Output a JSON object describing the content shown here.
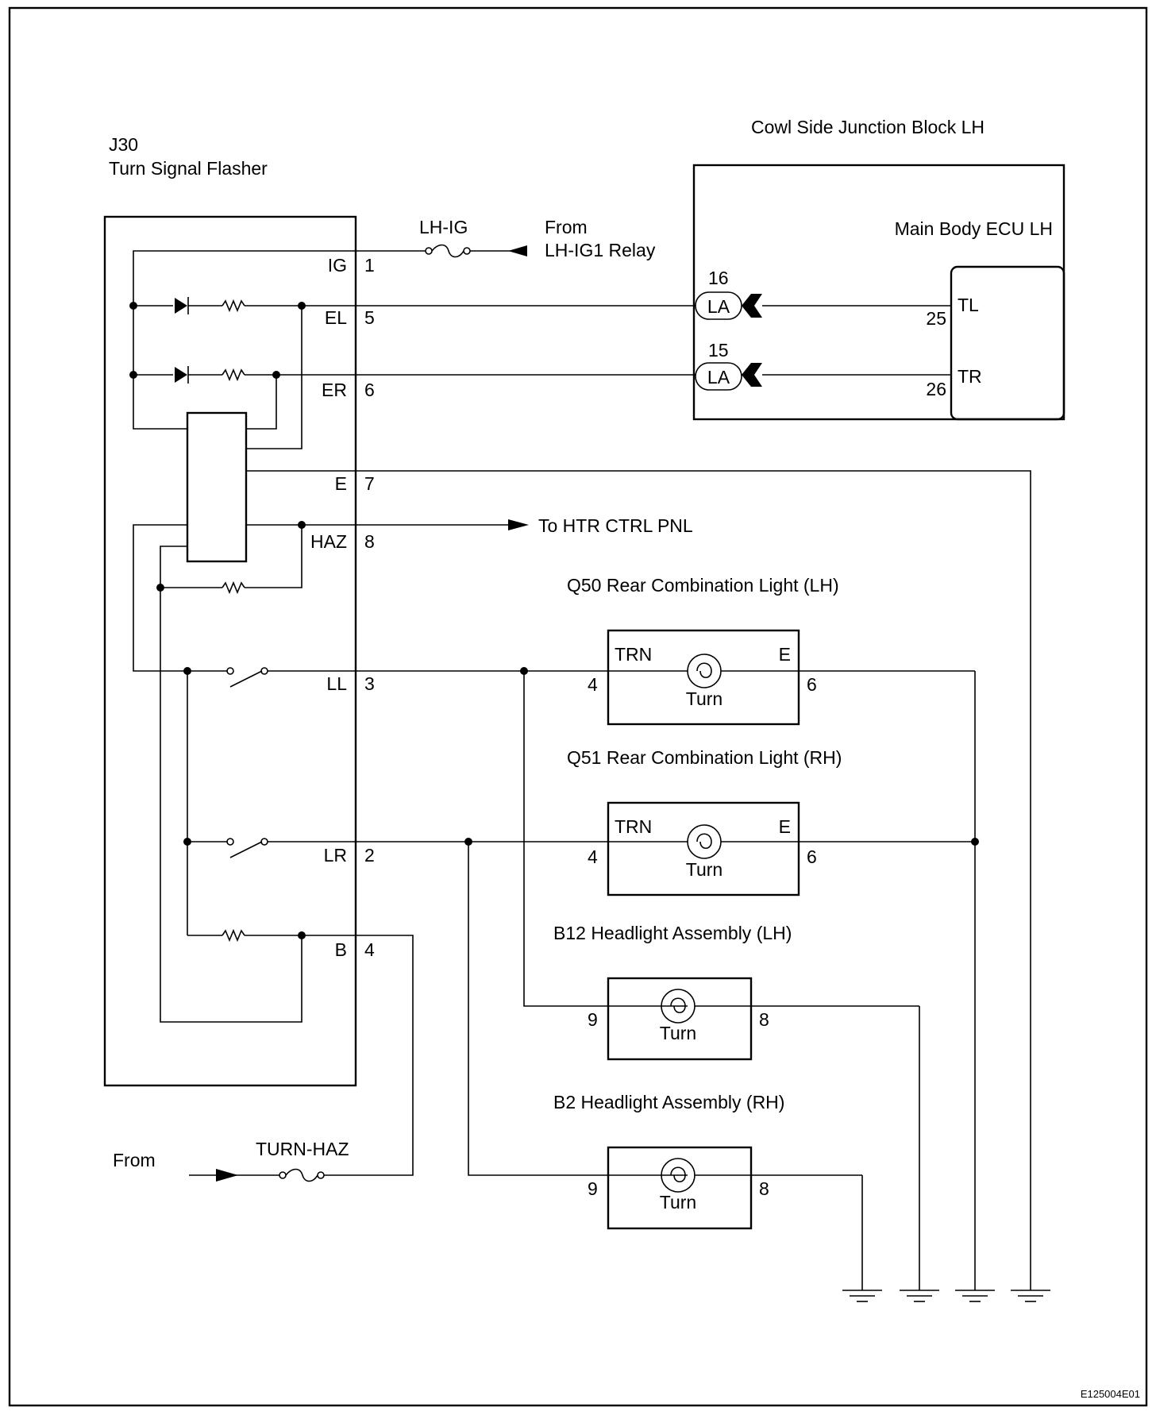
{
  "flasher": {
    "code": "J30",
    "name": "Turn Signal Flasher",
    "pins": [
      {
        "label": "IG",
        "num": "1"
      },
      {
        "label": "EL",
        "num": "5"
      },
      {
        "label": "ER",
        "num": "6"
      },
      {
        "label": "E",
        "num": "7"
      },
      {
        "label": "HAZ",
        "num": "8"
      },
      {
        "label": "LL",
        "num": "3"
      },
      {
        "label": "LR",
        "num": "2"
      },
      {
        "label": "B",
        "num": "4"
      }
    ]
  },
  "junction_block": {
    "title": "Cowl Side Junction Block LH",
    "ecu": "Main Body ECU LH",
    "connectors": [
      {
        "num": "16",
        "label": "LA",
        "ecu_pin": "25",
        "ecu_label": "TL"
      },
      {
        "num": "15",
        "label": "LA",
        "ecu_pin": "26",
        "ecu_label": "TR"
      }
    ]
  },
  "fuses": {
    "ig": {
      "name": "LH-IG",
      "from": "From",
      "source": "LH-IG1 Relay"
    },
    "turn_haz": {
      "name": "TURN-HAZ",
      "from": "From"
    }
  },
  "haz_dest": "To HTR CTRL PNL",
  "lights": [
    {
      "title": "Q50 Rear Combination Light (LH)",
      "left_label": "TRN",
      "right_label": "E",
      "bulb": "Turn",
      "pin_in": "4",
      "pin_out": "6"
    },
    {
      "title": "Q51 Rear Combination Light (RH)",
      "left_label": "TRN",
      "right_label": "E",
      "bulb": "Turn",
      "pin_in": "4",
      "pin_out": "6"
    },
    {
      "title": "B12 Headlight Assembly (LH)",
      "bulb": "Turn",
      "pin_in": "9",
      "pin_out": "8"
    },
    {
      "title": "B2 Headlight Assembly (RH)",
      "bulb": "Turn",
      "pin_in": "9",
      "pin_out": "8"
    }
  ],
  "figure_id": "E125004E01"
}
